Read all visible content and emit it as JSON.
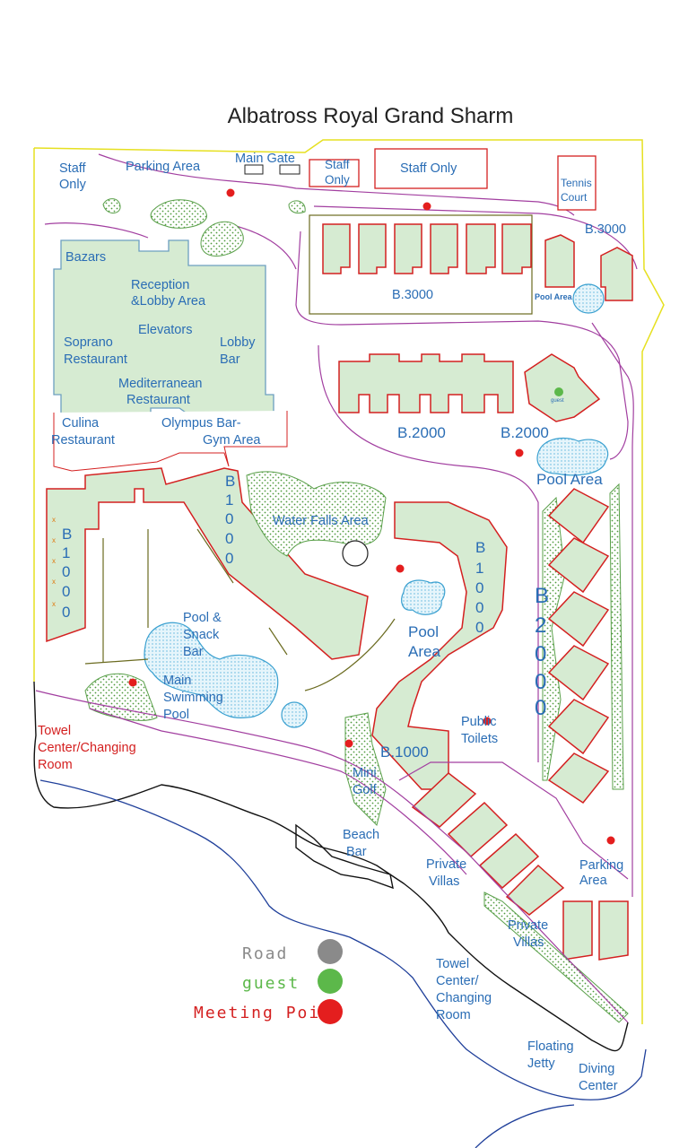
{
  "title": "Albatross Royal Grand Sharm",
  "labels": {
    "staff_only_1": [
      "Staff",
      "Only"
    ],
    "parking_area_top": "Parking Area",
    "main_gate": "Main Gate",
    "staff_only_2": [
      "Staff",
      "Only"
    ],
    "staff_only_3": "Staff Only",
    "tennis_court": [
      "Tennis",
      "Court"
    ],
    "b3000_right": "B.3000",
    "b3000_center": "B.3000",
    "pool_area_small": "Pool Area",
    "bazars": "Bazars",
    "reception": [
      "Reception",
      "&Lobby Area"
    ],
    "elevators": "Elevators",
    "soprano": [
      "Soprano",
      "Restaurant"
    ],
    "lobby_bar": [
      "Lobby",
      "Bar"
    ],
    "mediterranean": [
      "Mediterranean",
      "Restaurant"
    ],
    "culina": [
      "Culina",
      "Restaurant"
    ],
    "olympus": [
      "Olympus Bar-",
      "Gym Area"
    ],
    "b2000_a": "B.2000",
    "b2000_b": "B.2000",
    "guest_small": "guest",
    "pool_area_right": "Pool Area",
    "b1000_vert_top": [
      "B",
      "1",
      "0",
      "0",
      "0"
    ],
    "b1000_vert_left": [
      "B",
      "1",
      "0",
      "0",
      "0"
    ],
    "b1000_vert_mid": [
      "B",
      "1",
      "0",
      "0",
      "0"
    ],
    "b2000_vert": [
      "B",
      "2",
      "0",
      "0",
      "0"
    ],
    "water_falls": "Water Falls Area",
    "pool_snack": [
      "Pool &",
      "Snack",
      "Bar"
    ],
    "pool_area_mid": [
      "Pool",
      "Area"
    ],
    "main_pool": [
      "Main",
      "Swimming",
      "Pool"
    ],
    "public_toilets": [
      "Public",
      "Toilets"
    ],
    "b1000_bottom": "B.1000",
    "towel_left": [
      "Towel",
      "Center/Changing",
      "Room"
    ],
    "mini_golf": [
      "Mini",
      "Golf"
    ],
    "beach_bar": [
      "Beach",
      "Bar"
    ],
    "private_villas_1": [
      "Private",
      "Villas"
    ],
    "parking_area_right": [
      "Parking",
      "Area"
    ],
    "private_villas_2": [
      "Private",
      "Villas"
    ],
    "towel_bottom": [
      "Towel",
      "Center/",
      "Changing",
      "Room"
    ],
    "floating_jetty": [
      "Floating",
      "Jetty"
    ],
    "diving_center": [
      "Diving",
      "Center"
    ],
    "meeting_point_tag": "Meeting Point"
  },
  "legend": [
    {
      "label": "Road",
      "color": "#8a8a8a"
    },
    {
      "label": "guest",
      "color": "#5cb84a"
    },
    {
      "label": "Meeting Point",
      "color": "#e41e1e"
    }
  ],
  "colors": {
    "building_fill": "#d6ebd2",
    "building_outline": "#d42020",
    "label_blue": "#2a6db5",
    "road_purple": "#a23fa0",
    "pool_blue": "#3aa0d0",
    "boundary_yellow": "#e6e020",
    "meeting_point": "#e41e1e",
    "guest_point": "#5cb84a"
  }
}
